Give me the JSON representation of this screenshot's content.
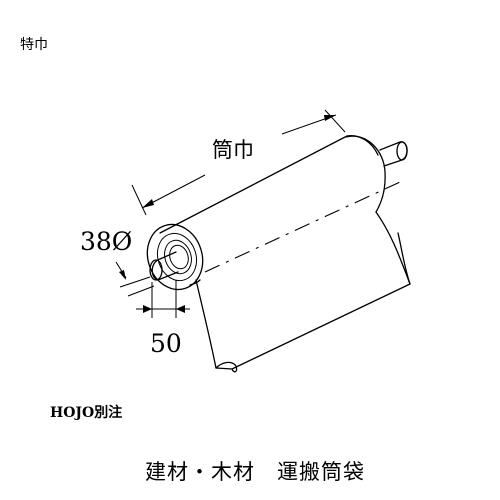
{
  "header": {
    "label": "特巾"
  },
  "diagram": {
    "width_label": "筒巾",
    "diameter_label": "38Ø",
    "core_label": "50"
  },
  "footer": {
    "note": "HOJO別注",
    "caption": "建材・木材　運搬筒袋"
  }
}
